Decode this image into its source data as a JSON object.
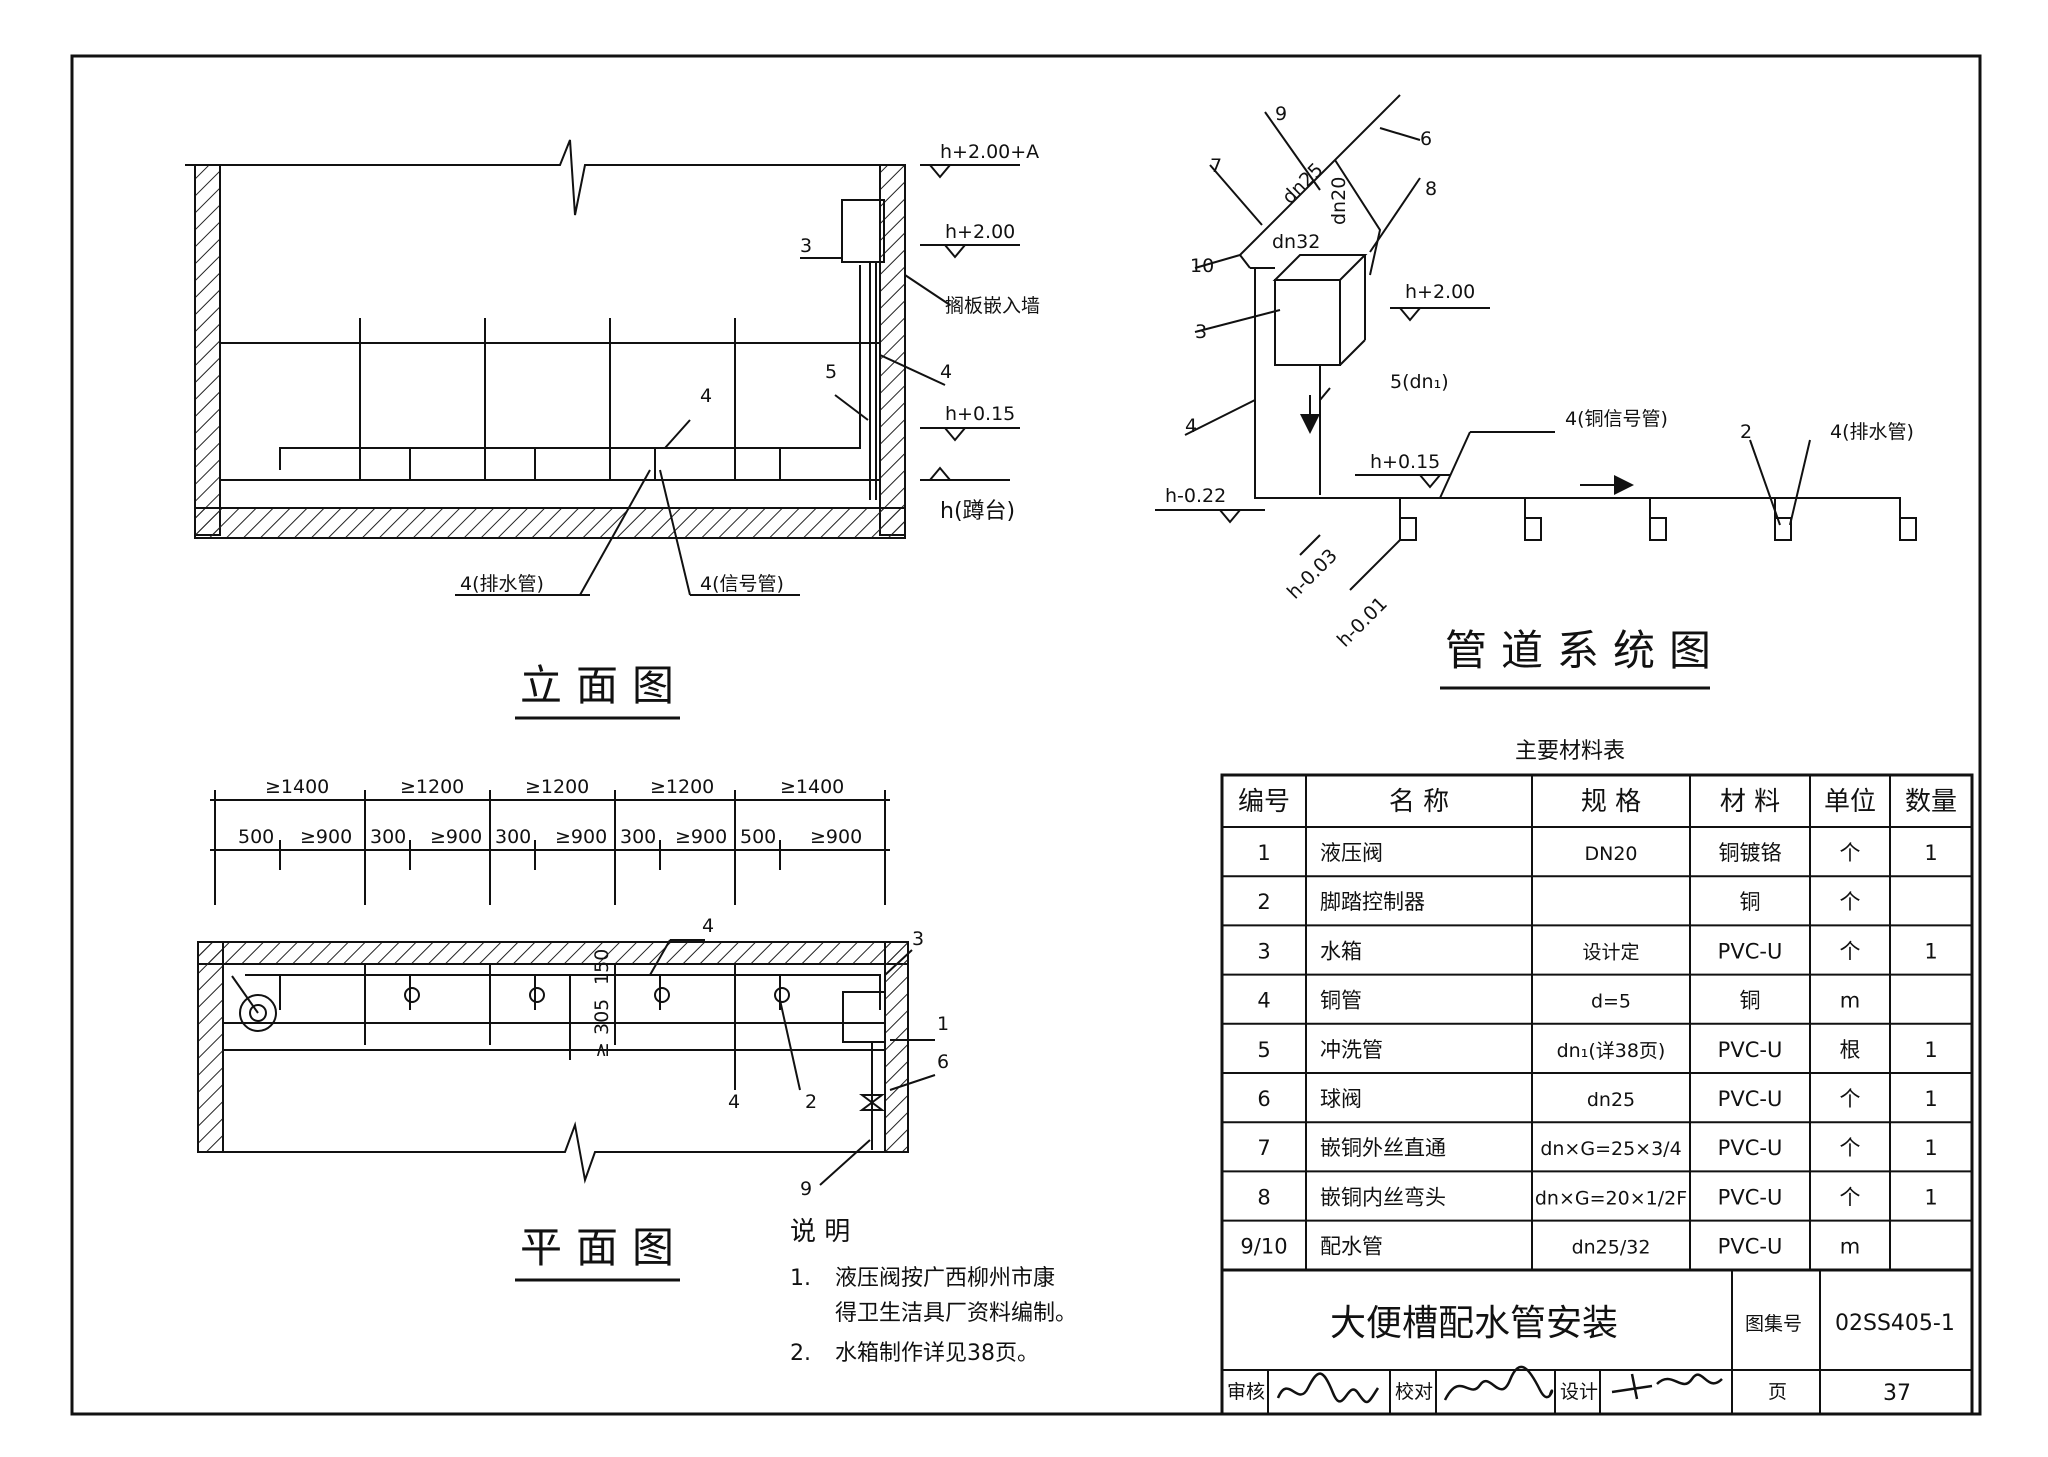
{
  "elevation": {
    "title": "立面图",
    "levels": [
      "h+2.00+A",
      "h+2.00",
      "h+0.15",
      "h(蹲台)"
    ],
    "wall_note": "搁板嵌入墙",
    "callouts": [
      "3",
      "4",
      "5",
      "4"
    ],
    "bottom_labels": [
      "4(排水管)",
      "4(信号管)"
    ]
  },
  "system": {
    "title": "管道系统图",
    "numbers": [
      "9",
      "6",
      "7",
      "8",
      "10",
      "3",
      "4",
      "2"
    ],
    "pipe_sizes": [
      "dn25",
      "dn20",
      "dn32"
    ],
    "levels": [
      "h+2.00",
      "h+0.15",
      "h-0.22",
      "h-0.03",
      "h-0.01"
    ],
    "labels": [
      "5(dn₁)",
      "4(铜信号管)",
      "4(排水管)"
    ]
  },
  "plan": {
    "title": "平面图",
    "top_dims": [
      "≥1400",
      "≥1200",
      "≥1200",
      "≥1200",
      "≥1400"
    ],
    "sub_dims": [
      "500",
      "≥900",
      "300",
      "≥900",
      "300",
      "≥900",
      "300",
      "≥900",
      "500",
      "≥900"
    ],
    "vertical_dims": [
      "150",
      "305",
      "≥"
    ],
    "callouts": [
      "4",
      "3",
      "1",
      "6",
      "4",
      "2",
      "9"
    ]
  },
  "notes": {
    "heading": "说 明",
    "items": [
      {
        "num": "1.",
        "lines": [
          "液压阀按广西柳州市康",
          "得卫生洁具厂资料编制。"
        ]
      },
      {
        "num": "2.",
        "lines": [
          "水箱制作详见38页。"
        ]
      }
    ]
  },
  "materials": {
    "title": "主要材料表",
    "headers": [
      "编号",
      "名  称",
      "规  格",
      "材 料",
      "单位",
      "数量"
    ],
    "rows": [
      [
        "1",
        "液压阀",
        "DN20",
        "铜镀铬",
        "个",
        "1"
      ],
      [
        "2",
        "脚踏控制器",
        "",
        "铜",
        "个",
        ""
      ],
      [
        "3",
        "水箱",
        "设计定",
        "PVC-U",
        "个",
        "1"
      ],
      [
        "4",
        "铜管",
        "d=5",
        "铜",
        "m",
        ""
      ],
      [
        "5",
        "冲洗管",
        "dn₁(详38页)",
        "PVC-U",
        "根",
        "1"
      ],
      [
        "6",
        "球阀",
        "dn25",
        "PVC-U",
        "个",
        "1"
      ],
      [
        "7",
        "嵌铜外丝直通",
        "dn×G=25×3/4",
        "PVC-U",
        "个",
        "1"
      ],
      [
        "8",
        "嵌铜内丝弯头",
        "dn×G=20×1/2F",
        "PVC-U",
        "个",
        "1"
      ],
      [
        "9/10",
        "配水管",
        "dn25/32",
        "PVC-U",
        "m",
        ""
      ]
    ]
  },
  "title_block": {
    "drawing_title": "大便槽配水管安装",
    "atlas_label": "图集号",
    "atlas_no": "02SS405-1",
    "review_label": "审核",
    "check_label": "校对",
    "design_label": "设计",
    "page_label": "页",
    "page_no": "37"
  }
}
